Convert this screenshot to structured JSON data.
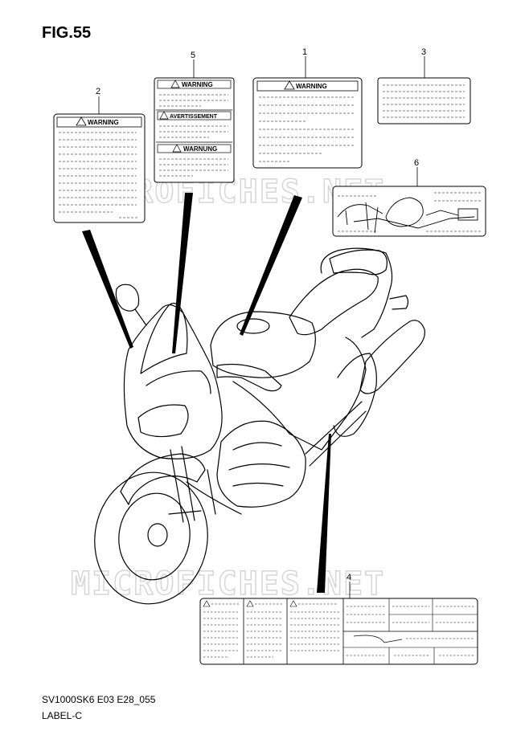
{
  "figure": {
    "title": "FIG.55"
  },
  "footer": {
    "model_code": "SV1000SK6 E03 E28_055",
    "caption": "LABEL-C"
  },
  "watermark": {
    "text": "MICROFICHES.NET"
  },
  "labels": [
    {
      "callout": "1",
      "heading": "WARNING"
    },
    {
      "callout": "2",
      "heading": "WARNING"
    },
    {
      "callout": "3"
    },
    {
      "callout": "4"
    },
    {
      "callout": "5",
      "headings": [
        "WARNING",
        "AVERTISSEMENT",
        "WARNUNG"
      ]
    },
    {
      "callout": "6"
    }
  ]
}
